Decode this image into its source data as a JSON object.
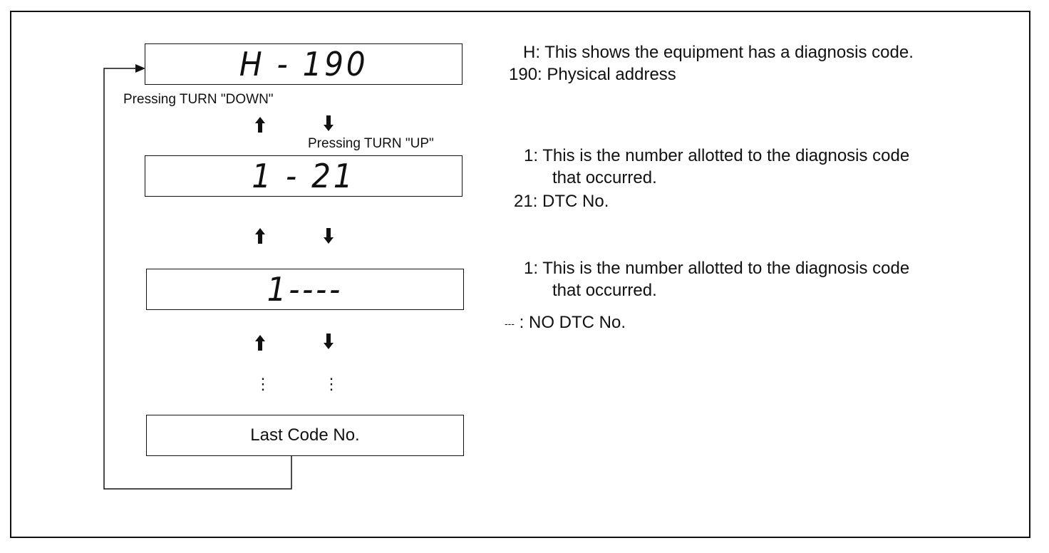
{
  "displays": {
    "d1": "H - 190",
    "d2": "1 - 21",
    "d3": "1----",
    "d4": "Last Code No."
  },
  "labels": {
    "turn_down": "Pressing TURN \"DOWN\"",
    "turn_up": "Pressing TURN \"UP\"",
    "ellipsis": "⋮"
  },
  "notes": {
    "n1": {
      "key": "H:",
      "text": "This shows the equipment has a diagnosis  code."
    },
    "n2": {
      "key": "190:",
      "text": "Physical address"
    },
    "n3": {
      "key": "1:",
      "text": "This is the number allotted to the diagnosis code",
      "cont": "that occurred."
    },
    "n4": {
      "key": "21:",
      "text": "DTC No."
    },
    "n5": {
      "key": "1:",
      "text": "This is the number allotted to the diagnosis code",
      "cont": "that occurred."
    },
    "n6": {
      "key": "---",
      "text": ": NO DTC No."
    }
  }
}
